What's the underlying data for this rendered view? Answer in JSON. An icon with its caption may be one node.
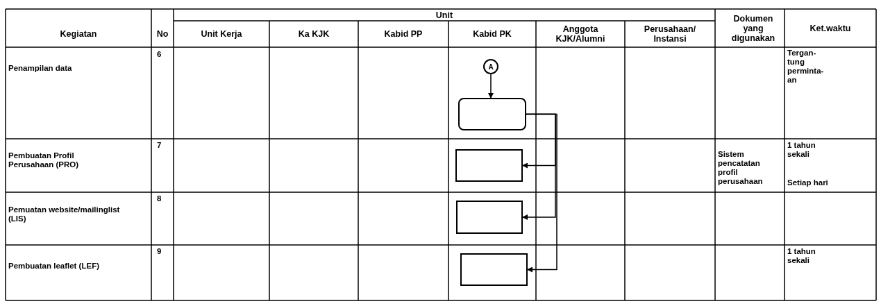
{
  "diagram": {
    "nodes": [
      {
        "text": [
          "A"
        ]
      },
      {
        "text": [],
        "shape": "box"
      },
      {
        "text": [],
        "shape": "box"
      },
      {
        "text": [],
        "shape": "box"
      },
      {
        "text": [],
        "shape": "box"
      }
    ],
    "edges": [
      {
        "from": 0,
        "to": 1,
        "arrow": "to"
      },
      {
        "from": 1,
        "to": 2,
        "arrow": "to"
      },
      {
        "from": 1,
        "to": 3,
        "arrow": "to"
      },
      {
        "from": 1,
        "to": 4,
        "arrow": "to"
      }
    ],
    "labels": [
      "Kegiatan",
      "No",
      "Unit",
      "Dokumen yang digunakan",
      "Ket.waktu",
      "Unit Kerja",
      "Ka KJK",
      "Kabid PP",
      "Kabid PK",
      "Anggota KJK/Alumni",
      "Perusahaan/ Instansi",
      "Penampilan data",
      "6",
      "Tergan- tung perminta- an",
      "Pembuatan Profil Perusahaan (PRO)",
      "7",
      "Sistem pencatatan profil perusahaan",
      "1 tahun sekali",
      "Pemuatan website/mailinglist (LIS)",
      "8",
      "Setiap hari",
      "Pembuatan leaflet (LEF)",
      "9",
      "1 tahun sekali"
    ]
  }
}
